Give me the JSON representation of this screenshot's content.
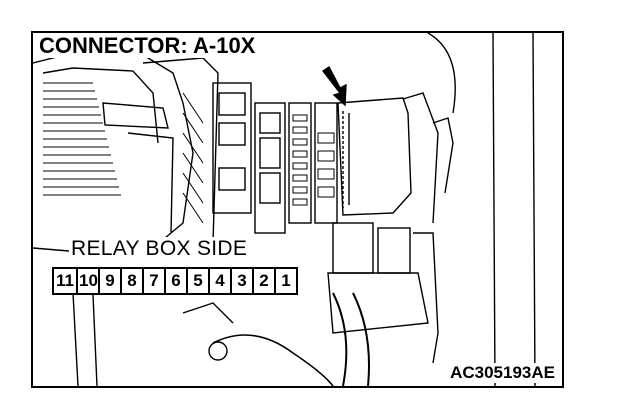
{
  "title": "CONNECTOR: A-10X",
  "relay_label": "RELAY BOX SIDE",
  "pins": [
    "11",
    "10",
    "9",
    "8",
    "7",
    "6",
    "5",
    "4",
    "3",
    "2",
    "1"
  ],
  "figure_ref": "AC305193AE"
}
